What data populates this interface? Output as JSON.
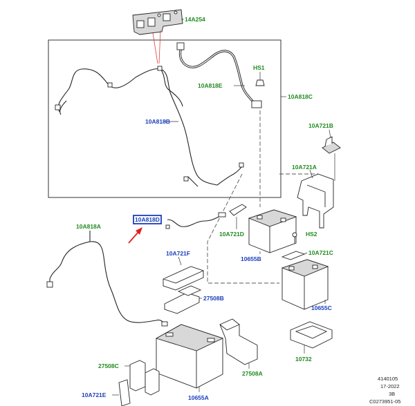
{
  "labels": {
    "l14A254": "14A254",
    "hs1": "HS1",
    "l10A818E": "10A818E",
    "l10A818C": "10A818C",
    "l10A818B": "10A818B",
    "l10A721B": "10A721B",
    "l10A721A": "10A721A",
    "l10A818D": "10A818D",
    "l10A818A": "10A818A",
    "l10A721D": "10A721D",
    "hs2": "HS2",
    "l10655B": "10655B",
    "l10A721C": "10A721C",
    "l10A721F": "10A721F",
    "l27508B": "27508B",
    "l10655C": "10655C",
    "l10732": "10732",
    "l27508A": "27508A",
    "l27508C": "27508C",
    "l10A721E": "10A721E",
    "l10655A": "10655A"
  },
  "footer": {
    "line1": "4140105",
    "line2": "17-2022",
    "line3": "3B",
    "line4": "C0273951-05"
  },
  "colors": {
    "supersession_label": "#1f8a1f",
    "component_label": "#1a3dbb",
    "highlight_box": "#1a3dbb",
    "pointer_arrow": "#e02020"
  }
}
